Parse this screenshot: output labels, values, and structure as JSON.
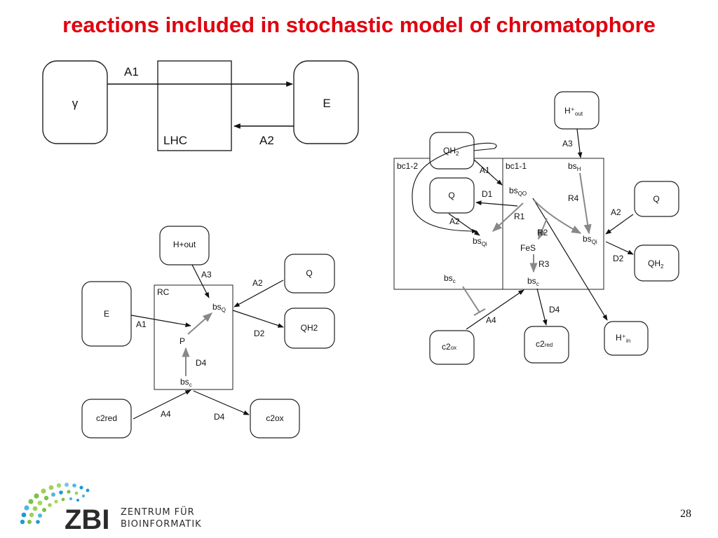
{
  "title": "reactions included in stochastic model of chromatophore",
  "page_number": "28",
  "logo": {
    "abbr": "ZBI",
    "line1": "ZENTRUM FÜR",
    "line2": "BIOINFORMATIK"
  },
  "lhc_diagram": {
    "gamma": "γ",
    "e": "E",
    "lhc": "LHC",
    "a1": "A1",
    "a2": "A2"
  },
  "rc_diagram": {
    "h_out": "H+out",
    "q": "Q",
    "qh2": "QH2",
    "e": "E",
    "c2red": "c2red",
    "c2ox": "c2ox",
    "rc": "RC",
    "a1": "A1",
    "a2": "A2",
    "a3": "A3",
    "a4": "A4",
    "d2": "D2",
    "d4_inner": "D4",
    "d4_outer": "D4",
    "bsq": "bs",
    "bsq_sub": "Q",
    "p": "P",
    "bsc": "bs",
    "bsc_sub": "c"
  },
  "bc1_diagram": {
    "h_out": "H⁺",
    "h_out_sub": "out",
    "qh2_top": "QH",
    "qh2_top_sub": "2",
    "q_left": "Q",
    "q_right": "Q",
    "qh2_right": "QH",
    "qh2_right_sub": "2",
    "c2ox": "c2",
    "c2ox_sub": "ox",
    "c2red": "c2",
    "c2red_sub": "red",
    "h_in": "H⁺",
    "h_in_sub": "in",
    "bc1_2": "bc1-2",
    "bc1_1": "bc1-1",
    "bsh": "bs",
    "bsh_sub": "H",
    "bsqo": "bs",
    "bsqo_sub": "QO",
    "bsqi_left": "bs",
    "bsqi_left_sub": "Qi",
    "bsqi_right": "bs",
    "bsqi_right_sub": "Qi",
    "fes": "FeS",
    "bsc_left": "bs",
    "bsc_left_sub": "c",
    "bsc_center": "bs",
    "bsc_center_sub": "c",
    "a1": "A1",
    "a2_left": "A2",
    "a2_right": "A2",
    "a3": "A3",
    "a4": "A4",
    "d1": "D1",
    "d2": "D2",
    "d4": "D4",
    "r1": "R1",
    "r2": "R2",
    "r3": "R3",
    "r4": "R4"
  }
}
